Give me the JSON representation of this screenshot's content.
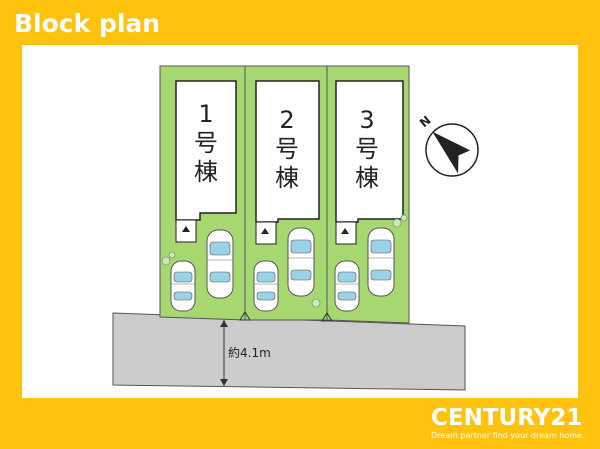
{
  "header": {
    "title": "Block plan"
  },
  "lots": [
    {
      "num": "1",
      "char1": "号",
      "char2": "棟"
    },
    {
      "num": "2",
      "char1": "号",
      "char2": "棟"
    },
    {
      "num": "3",
      "char1": "号",
      "char2": "棟"
    }
  ],
  "road": {
    "width_label": "約4.1m"
  },
  "compass": {
    "label": "N"
  },
  "logo": {
    "brand": "CENTURY21",
    "tagline": "Dream partner find your dream home."
  },
  "colors": {
    "frame": "#ffc20e",
    "lot": "#a6d771",
    "road": "#cccccc"
  }
}
